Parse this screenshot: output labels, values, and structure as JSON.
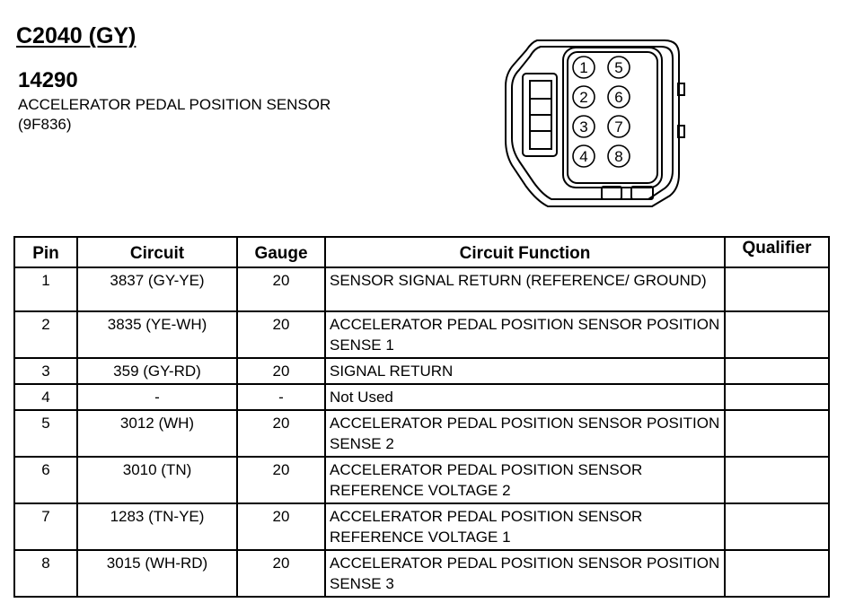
{
  "header": {
    "connector_id": "C2040 (GY)",
    "part_number": "14290",
    "component_name": "ACCELERATOR PEDAL POSITION SENSOR (9F836)"
  },
  "connector_diagram": {
    "cavity_labels": [
      "1",
      "2",
      "3",
      "4",
      "5",
      "6",
      "7",
      "8"
    ]
  },
  "table": {
    "headers": {
      "pin": "Pin",
      "circuit": "Circuit",
      "gauge": "Gauge",
      "function": "Circuit Function",
      "qualifier": "Qualifier"
    },
    "rows": [
      {
        "pin": "1",
        "circuit": "3837 (GY-YE)",
        "gauge": "20",
        "function": "SENSOR SIGNAL RETURN (REFERENCE/ GROUND)",
        "qualifier": ""
      },
      {
        "pin": "2",
        "circuit": "3835 (YE-WH)",
        "gauge": "20",
        "function": "ACCELERATOR PEDAL POSITION SENSOR POSITION SENSE 1",
        "qualifier": ""
      },
      {
        "pin": "3",
        "circuit": "359 (GY-RD)",
        "gauge": "20",
        "function": "SIGNAL RETURN",
        "qualifier": ""
      },
      {
        "pin": "4",
        "circuit": "-",
        "gauge": "-",
        "function": "Not Used",
        "qualifier": ""
      },
      {
        "pin": "5",
        "circuit": "3012 (WH)",
        "gauge": "20",
        "function": "ACCELERATOR PEDAL POSITION SENSOR POSITION SENSE 2",
        "qualifier": ""
      },
      {
        "pin": "6",
        "circuit": "3010 (TN)",
        "gauge": "20",
        "function": "ACCELERATOR PEDAL POSITION SENSOR REFERENCE VOLTAGE 2",
        "qualifier": ""
      },
      {
        "pin": "7",
        "circuit": "1283 (TN-YE)",
        "gauge": "20",
        "function": "ACCELERATOR PEDAL POSITION SENSOR REFERENCE VOLTAGE 1",
        "qualifier": ""
      },
      {
        "pin": "8",
        "circuit": "3015 (WH-RD)",
        "gauge": "20",
        "function": "ACCELERATOR PEDAL POSITION SENSOR POSITION SENSE 3",
        "qualifier": ""
      }
    ]
  }
}
